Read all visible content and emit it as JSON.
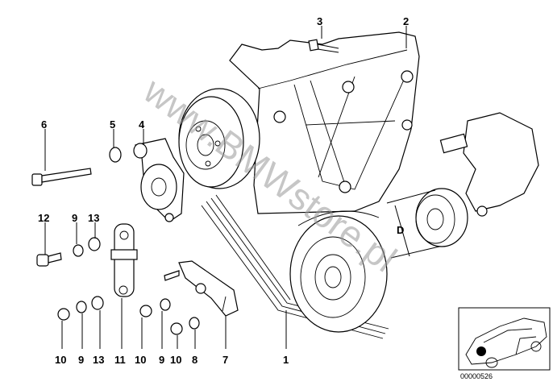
{
  "diagram": {
    "watermark": "www.BMWstore.pl",
    "dimension_label": "D",
    "part_labels": {
      "p1": "1",
      "p2": "2",
      "p3": "3",
      "p4": "4",
      "p5": "5",
      "p6": "6",
      "p12": "12",
      "p9a": "9",
      "p13a": "13",
      "b10a": "10",
      "b9a": "9",
      "b13": "13",
      "b11": "11",
      "b10b": "10",
      "b9b": "9",
      "b10c": "10",
      "b8": "8",
      "b7": "7"
    },
    "inset": {
      "code": "00000526",
      "marker_color": "#000000"
    }
  }
}
